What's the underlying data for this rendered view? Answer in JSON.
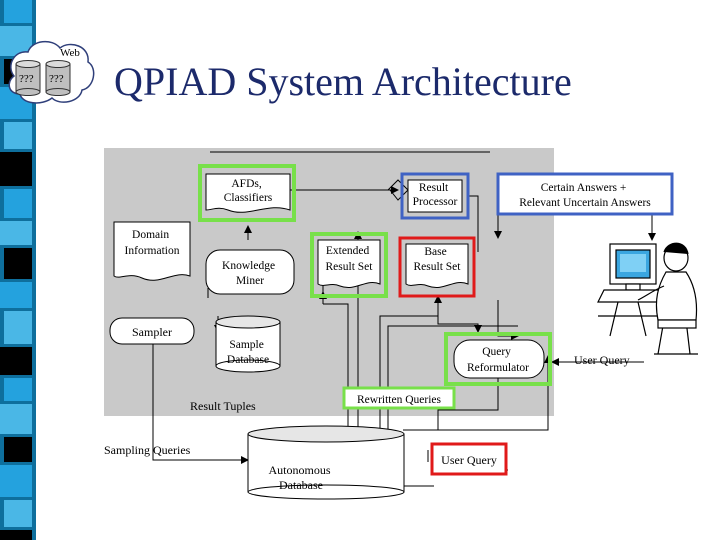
{
  "slide": {
    "title": "QPIAD System Architecture",
    "logo_text": {
      "web": "Web",
      "q1": "???",
      "q2": "???"
    }
  },
  "colors": {
    "title": "#1c2a6b",
    "panel": "#c9c9c9",
    "green": "#78e04a",
    "blue": "#3f62c4",
    "red": "#e01a1a",
    "stripe_a": "#24a2de",
    "stripe_b": "#000000",
    "stripe_c": "#4ab7e6"
  },
  "diagram": {
    "afds": [
      "AFDs,",
      "Classifiers"
    ],
    "result_processor": [
      "Result",
      "Processor"
    ],
    "answers": [
      "Certain Answers +",
      "Relevant Uncertain Answers"
    ],
    "domain_info": [
      "Domain",
      "Information"
    ],
    "knowledge_miner": [
      "Knowledge",
      "Miner"
    ],
    "extended_result_set": [
      "Extended",
      "Result Set"
    ],
    "base_result_set": [
      "Base",
      "Result Set"
    ],
    "sampler": "Sampler",
    "sample_db": [
      "Sample",
      "Database"
    ],
    "query_reformulator": [
      "Query",
      "Reformulator"
    ],
    "user_query_right": "User Query",
    "result_tuples": "Result Tuples",
    "rewritten_queries": "Rewritten Queries",
    "sampling_queries": "Sampling Queries",
    "autonomous_db": [
      "Autonomous",
      "Database"
    ],
    "user_query_bottom": "User Query"
  }
}
